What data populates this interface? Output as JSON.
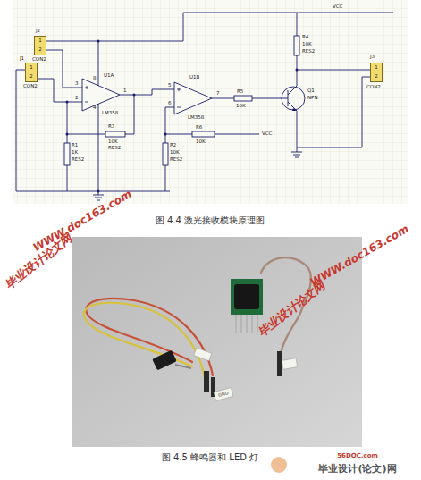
{
  "diagram": {
    "nodes": [
      {
        "text": [
          "1",
          "2"
        ]
      },
      {
        "text": [
          "1",
          "2"
        ]
      },
      {
        "text": [
          "1",
          "2"
        ]
      }
    ],
    "labels": [
      "J2",
      "CON2",
      "J1",
      "CON2",
      "U1A",
      "LM358",
      "3",
      "2",
      "1",
      "8",
      "4",
      "U1B",
      "LM358",
      "5",
      "6",
      "7",
      "R5",
      "10K",
      "Q1",
      "NPN",
      "R4",
      "10K",
      "RES2",
      "VCC",
      "J3",
      "CON2",
      "R3",
      "10K",
      "RES2",
      "R6",
      "10K",
      "VCC",
      "R1",
      "1K",
      "RES2",
      "R2",
      "10K",
      "RES2",
      "图 4.4 激光接收模块原理图",
      "毕业设计论文网",
      "WWW.doc163.com",
      "毕业设计论文网",
      "WWW.doc163.com",
      "GND",
      "图 4.5 蜂鸣器和 LED 灯",
      "56DOC.com",
      "毕业设计(论文)网"
    ]
  }
}
